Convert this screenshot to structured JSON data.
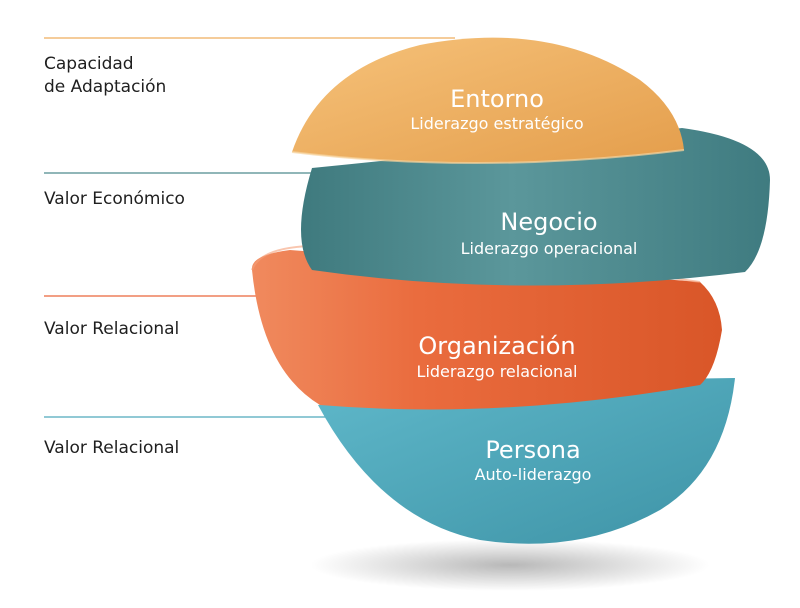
{
  "colors": {
    "entorno": "#EFAE5D",
    "negocio": "#4E8A8E",
    "organizacion": "#E9663A",
    "persona": "#4FA9BC",
    "label_text": "#1f1f1f",
    "layer_text": "#ffffff"
  },
  "side_labels": [
    "Capacidad\nde Adaptación",
    "Valor Económico",
    "Valor Relacional",
    "Valor Relacional"
  ],
  "layers": [
    {
      "title": "Entorno",
      "subtitle": "Liderazgo estratégico"
    },
    {
      "title": "Negocio",
      "subtitle": "Liderazgo operacional"
    },
    {
      "title": "Organización",
      "subtitle": "Liderazgo relacional"
    },
    {
      "title": "Persona",
      "subtitle": "Auto-liderazgo"
    }
  ]
}
